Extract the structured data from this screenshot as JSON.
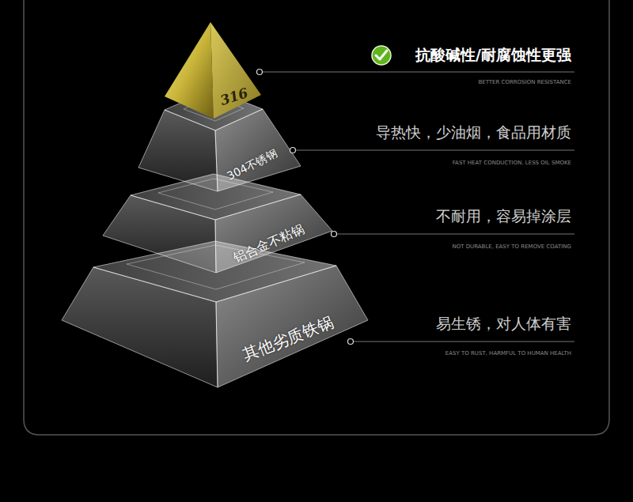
{
  "diagram": {
    "nodes": [
      {
        "text": [
          "316"
        ]
      },
      {
        "text": [
          "304不锈钢"
        ]
      },
      {
        "text": [
          "铝合金不粘锅"
        ]
      },
      {
        "text": [
          "其他劣质铁锅"
        ]
      }
    ],
    "labels": [
      "抗酸碱性/耐腐蚀性更强",
      "BETTER CORROSION RESISTANCE",
      "导热快，少油烟，食品用材质",
      "FAST HEAT CONDUCTION, LESS OIL SMOKE",
      "不耐用，容易掉涂层",
      "NOT DURABLE, EASY TO REMOVE COATING",
      "易生锈，对人体有害",
      "EASY TO RUST, HARMFUL TO HUMAN HEALTH"
    ]
  }
}
